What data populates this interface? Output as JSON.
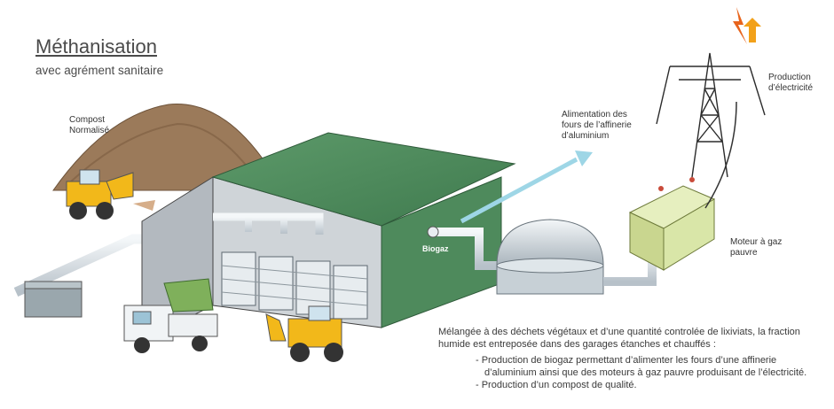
{
  "title": "Méthanisation",
  "subtitle": "avec agrément sanitaire",
  "labels": {
    "compost": [
      "Compost",
      "Normalisé"
    ],
    "alimentation": [
      "Alimentation des",
      "fours de l’affinerie",
      "d’aluminium"
    ],
    "production": [
      "Production",
      "d’électricité"
    ],
    "moteur": [
      "Moteur à gaz",
      "pauvre"
    ],
    "biogaz": "Biogaz"
  },
  "description": {
    "intro": "Mélangée à des déchets végétaux et d’une quantité controlée de lixiviats, la fraction humide est entreposée dans des garages étanches et chauffés :",
    "items": [
      "- Production de biogaz permettant d’alimenter les fours d’une affinerie d’aluminium ainsi que des moteurs à gaz pauvre produisant de l’électricité.",
      "- Production d’un compost de qualité."
    ]
  },
  "colors": {
    "roof": "#4e8a5c",
    "wall": "#cfd4d8",
    "pipe": "#dfe5ea",
    "engine": "#d9e6a8",
    "loader": "#f2b81a",
    "compost": "#9b7a5a",
    "arrow": "#9ed6e6",
    "lightning": "#e8641c"
  }
}
